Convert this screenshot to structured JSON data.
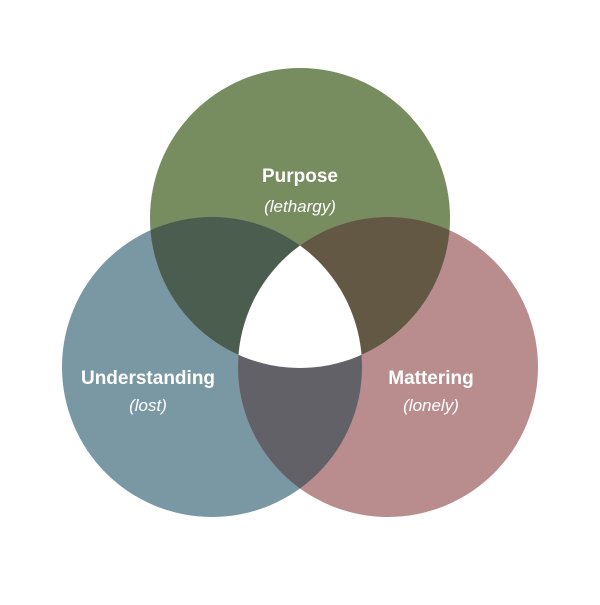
{
  "diagram": {
    "circles": [
      {
        "id": "purpose",
        "title": "Purpose",
        "subtitle": "(lethargy)",
        "color": "#778C5F"
      },
      {
        "id": "understanding",
        "title": "Understanding",
        "subtitle": "(lost)",
        "color": "#7998A3"
      },
      {
        "id": "mattering",
        "title": "Mattering",
        "subtitle": "(lonely)",
        "color": "#B98D8E"
      }
    ],
    "overlaps": {
      "purpose_understanding": "#4A5D4F",
      "purpose_mattering": "#625844",
      "understanding_mattering": "#626168",
      "center": "#FFFFFF"
    },
    "background": "#FFFFFF"
  }
}
